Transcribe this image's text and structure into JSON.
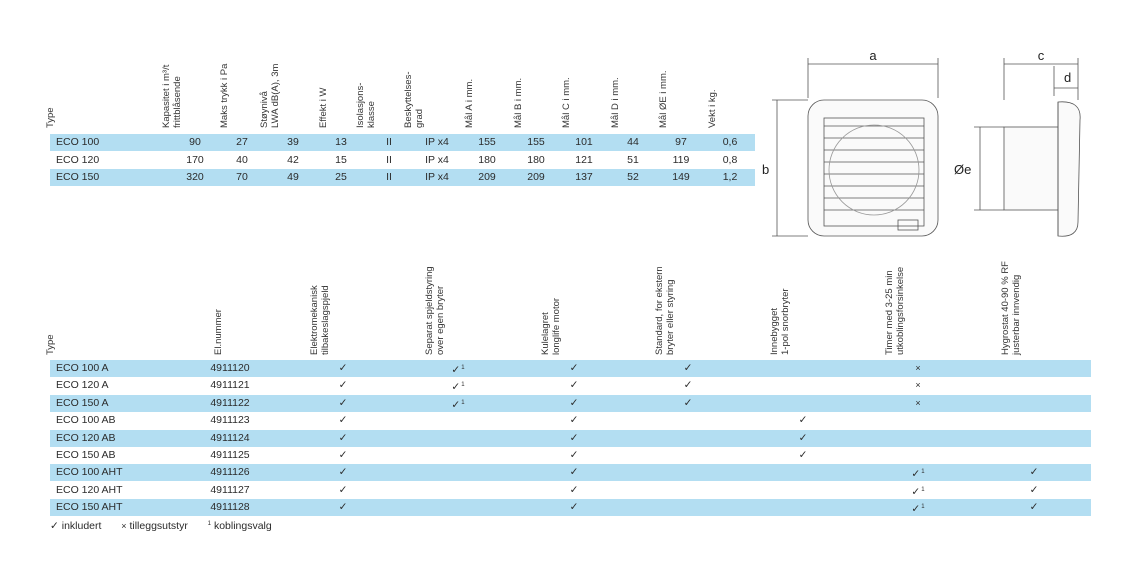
{
  "table1": {
    "headers": [
      "Type",
      "Kapasitet i m³/t\nfrittblåsende",
      "Maks trykk i Pa",
      "Støynivå\nLWA dB(A), 3m",
      "Effekt i W",
      "Isolasjons-\nklasse",
      "Beskyttelses-\ngrad",
      "Mål A i mm.",
      "Mål B i mm.",
      "Mål C i mm.",
      "Mål D i mm.",
      "Mål ØE i mm.",
      "Vekt i kg."
    ],
    "rows": [
      [
        "ECO 100",
        "90",
        "27",
        "39",
        "13",
        "II",
        "IP x4",
        "155",
        "155",
        "101",
        "44",
        "97",
        "0,6"
      ],
      [
        "ECO 120",
        "170",
        "40",
        "42",
        "15",
        "II",
        "IP x4",
        "180",
        "180",
        "121",
        "51",
        "119",
        "0,8"
      ],
      [
        "ECO 150",
        "320",
        "70",
        "49",
        "25",
        "II",
        "IP x4",
        "209",
        "209",
        "137",
        "52",
        "149",
        "1,2"
      ]
    ]
  },
  "table2": {
    "headers": [
      "Type",
      "El.nummer",
      "Elektromekanisk\ntilbakeslagspjeld",
      "Separat spjeldstyring\nover egen bryter",
      "Kulelagret\nlonglife motor",
      "Standard, for ekstern\nbryter eller styring",
      "Innebygget\n1-pol snorbryter",
      "Timer med 3-25 min\nutkoblingsforsinkelse",
      "Hygrostat 40-90 % RF\njusterbar innvendig"
    ],
    "rows": [
      [
        "ECO 100 A",
        "4911120",
        "✓",
        "✓1",
        "✓",
        "✓",
        "",
        "×",
        ""
      ],
      [
        "ECO 120 A",
        "4911121",
        "✓",
        "✓1",
        "✓",
        "✓",
        "",
        "×",
        ""
      ],
      [
        "ECO 150 A",
        "4911122",
        "✓",
        "✓1",
        "✓",
        "✓",
        "",
        "×",
        ""
      ],
      [
        "ECO 100 AB",
        "4911123",
        "✓",
        "",
        "✓",
        "",
        "✓",
        "",
        ""
      ],
      [
        "ECO 120 AB",
        "4911124",
        "✓",
        "",
        "✓",
        "",
        "✓",
        "",
        ""
      ],
      [
        "ECO 150 AB",
        "4911125",
        "✓",
        "",
        "✓",
        "",
        "✓",
        "",
        ""
      ],
      [
        "ECO 100 AHT",
        "4911126",
        "✓",
        "",
        "✓",
        "",
        "",
        "✓1",
        "✓"
      ],
      [
        "ECO 120 AHT",
        "4911127",
        "✓",
        "",
        "✓",
        "",
        "",
        "✓1",
        "✓"
      ],
      [
        "ECO 150 AHT",
        "4911128",
        "✓",
        "",
        "✓",
        "",
        "",
        "✓1",
        "✓"
      ]
    ]
  },
  "legend": {
    "included": "inkludert",
    "accessory": "tilleggsutstyr",
    "option": "koblingsvalg"
  },
  "diagram": {
    "label_a": "a",
    "label_b": "b",
    "label_c": "c",
    "label_d": "d",
    "label_e": "Øe"
  }
}
